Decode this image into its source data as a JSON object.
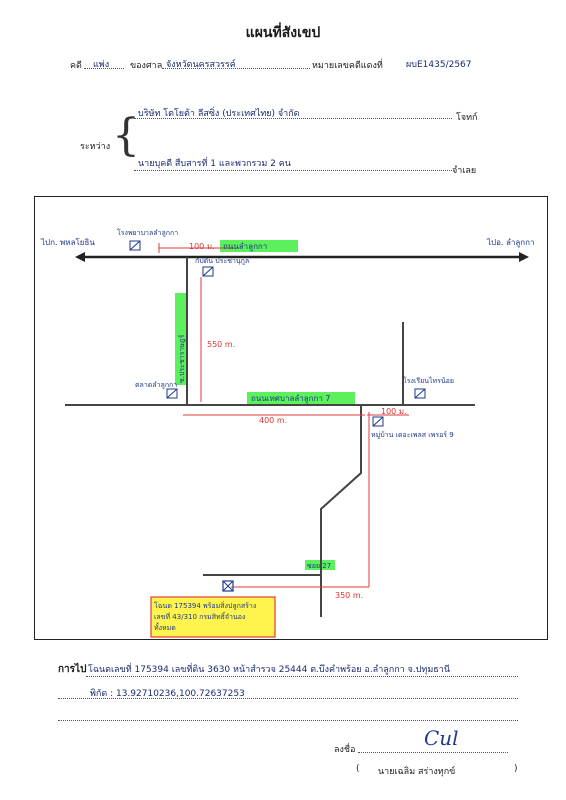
{
  "header": {
    "title": "แผนที่สังเขป",
    "case_prefix": "คดี",
    "case_type": "แพ่ง",
    "court_prefix": "ของศาล",
    "court_name": "จังหวัดนครสวรรค์",
    "red_case_label": "หมายเลขคดีแดงที่",
    "red_case_no": "ผบE1435/2567"
  },
  "parties": {
    "between_label": "ระหว่าง",
    "plaintiff_name": "บริษัท โตโยต้า ลีสซิ่ง (ประเทศไทย) จำกัด",
    "plaintiff_role": "โจทก์",
    "defendant_name": "นายบุคดี สืบสารที่ 1 และพวกรวม 2 คน",
    "defendant_role": "จำเลย"
  },
  "map": {
    "to_left": "ไปก. พหลโยธิน",
    "to_right": "ไปอ. ลำลูกกา",
    "main_road": "ถนนลำลูกกา",
    "canal_road": "ถนนเทศบาลลำลูกกา 7",
    "side_road": "ซ.ประชาราษฎร์",
    "soi": "ซอย 27",
    "hospital": "โรงพยาบาลลำลูกกา",
    "school": "กัปตัน ประชานุกูล",
    "market": "ตลาดลำลูกกา",
    "shop": "โรงเรียนไทรน้อย",
    "village": "หมู่บ้าน เดอะเพลส เพรอร์ 9",
    "dist_100_top": "100 ม.",
    "dist_550": "550 m.",
    "dist_400": "400 m.",
    "dist_100_right": "100 ม.",
    "dist_350": "350 m.",
    "target_line1": "โฉนด 175394 พร้อมสิ่งปลูกสร้าง",
    "target_line2": "เลขที่ 43/310 กรมสิทธิ์จำนอง",
    "target_line3": "ทั้งหมด"
  },
  "footer": {
    "route_label": "การไป",
    "route_text": "โฉนดเลขที่ 175394 เลขที่ดิน 3630 หน้าสำรวจ 25444 ต.บึงคำพร้อย อ.ลำลูกกา จ.ปทุมธานี",
    "coord_text": "พิกัด : 13.92710236,100.72637253",
    "sign_label": "ลงชื่อ",
    "signature": "Cul",
    "signer_name": "นายเฉลิม สร่างทุกข์",
    "paren_open": "(",
    "paren_close": ")"
  },
  "colors": {
    "highlight_green": "#5cf05c",
    "highlight_yellow": "#fff34d",
    "distance_red": "#e23b3b",
    "ink_blue": "#1f3a8a"
  }
}
